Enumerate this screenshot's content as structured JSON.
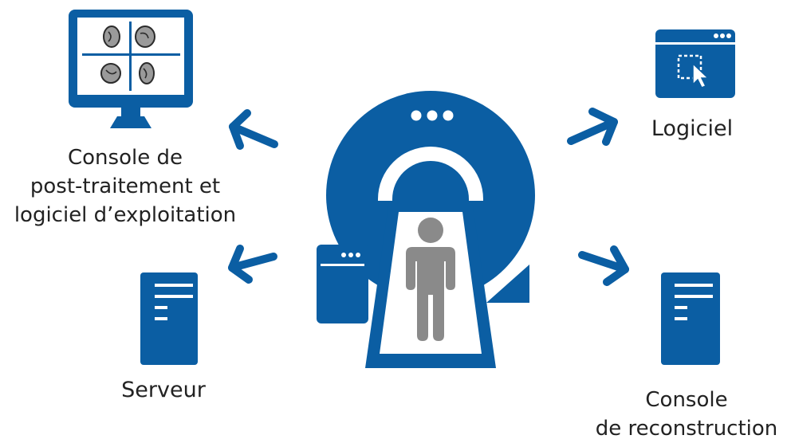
{
  "colors": {
    "primary_blue": "#0b5ea3",
    "person_grey": "#8a8a8a",
    "monitor_screen_bg": "#ffffff",
    "text": "#222222"
  },
  "nodes": {
    "post_processing_console": {
      "icon": "monitor-with-brain-scans-icon",
      "label_lines": [
        "Console de",
        "post-traitement et",
        "logiciel d’exploitation"
      ]
    },
    "software": {
      "icon": "app-window-with-cursor-icon",
      "label_lines": [
        "Logiciel"
      ]
    },
    "server": {
      "icon": "server-tower-icon",
      "label_lines": [
        "Serveur"
      ]
    },
    "reconstruction_console": {
      "icon": "server-tower-icon",
      "label_lines": [
        "Console",
        "de reconstruction"
      ]
    },
    "scanner": {
      "icon": "scanner-gantry-with-patient-icon"
    }
  },
  "arrows": [
    {
      "from": "scanner",
      "to": "post_processing_console",
      "icon": "arrow-icon"
    },
    {
      "from": "scanner",
      "to": "server",
      "icon": "arrow-icon"
    },
    {
      "from": "scanner",
      "to": "software",
      "icon": "arrow-icon"
    },
    {
      "from": "scanner",
      "to": "reconstruction_console",
      "icon": "arrow-icon"
    }
  ]
}
